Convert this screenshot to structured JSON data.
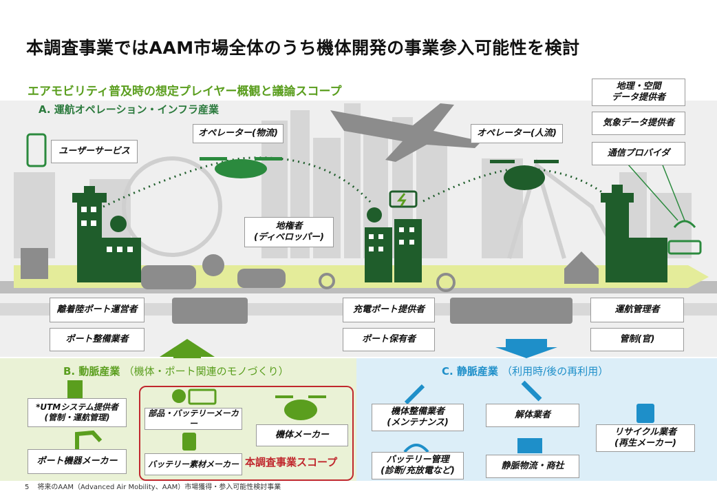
{
  "title": "本調査事業ではAAM市場全体のうち機体開発の事業参入可能性を検討",
  "subtitle": "エアモビリティ普及時の想定プレイヤー概観と議論スコープ",
  "section_a": "A. 運航オペレーション・インフラ産業",
  "section_b": {
    "title": "B. 動脈産業",
    "sub": "（機体・ポート関連のモノづくり）"
  },
  "section_c": {
    "title": "C. 静脈産業",
    "sub": "（利用時/後の再利用）"
  },
  "labels": {
    "user_service": "ユーザーサービス",
    "operator_logistics": "オペレーター(物流)",
    "operator_people": "オペレーター(人流)",
    "landowner": "地権者\n(ディベロッパー)",
    "geo_data": "地理・空間\nデータ提供者",
    "weather_data": "気象データ提供者",
    "telecom": "通信プロバイダ",
    "port_operator": "離着陸ポート運営者",
    "port_maintenance": "ポート整備業者",
    "charging_port": "充電ポート提供者",
    "port_owner": "ポート保有者",
    "flight_manager": "運航管理者",
    "atc": "管制(官)",
    "utm": "*UTMシステム提供者\n(管制・運航管理)",
    "port_equipment": "ポート機器メーカー",
    "parts_battery": "部品・バッテリーメーカー",
    "battery_material": "バッテリー素材メーカー",
    "aircraft_maker": "機体メーカー",
    "aircraft_maintenance": "機体整備業者\n(メンテナンス)",
    "battery_management": "バッテリー管理\n(診断/充放電など)",
    "dismantling": "解体業者",
    "reverse_logistics": "静脈物流・商社",
    "recycling": "リサイクル業者\n(再生メーカー)"
  },
  "scope_label": "本調査事業スコープ",
  "footer": {
    "page": "5",
    "text": "将来のAAM（Advanced Air Mobility、AAM）市場獲得・参入可能性検討事業"
  },
  "colors": {
    "dark_green": "#1f5d2b",
    "light_green": "#5a9e1e",
    "blue": "#1e8fc9",
    "red": "#c0272d",
    "gray": "#a6a6a6"
  }
}
